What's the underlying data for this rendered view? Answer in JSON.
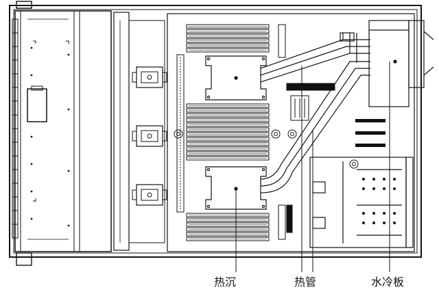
{
  "labels": {
    "heatsink": "热沉",
    "heat_pipe": "热管",
    "water_cold_plate": "水冷板"
  }
}
